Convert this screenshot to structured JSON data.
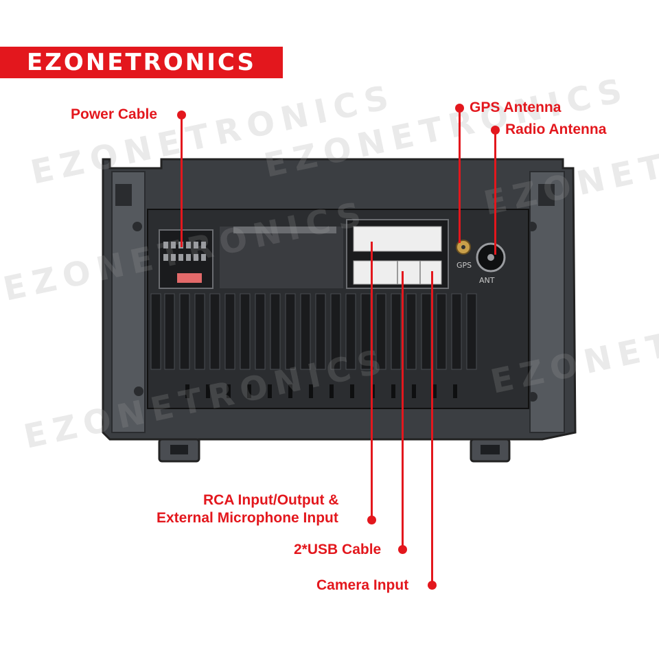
{
  "brand": {
    "name": "EZONETRONICS",
    "color": "#e3171d"
  },
  "labels": {
    "power_cable": "Power Cable",
    "gps_antenna": "GPS Antenna",
    "radio_antenna": "Radio Antenna",
    "rca_line1": "RCA Input/Output &",
    "rca_line2": "External Microphone Input",
    "usb_cable": "2*USB Cable",
    "camera_input": "Camera Input"
  },
  "unit_marks": {
    "gps_port": "GPS",
    "ant_port": "ANT"
  },
  "watermarks": [
    "EZONETRONICS",
    "EZONETRONICS",
    "EZONETRONICS",
    "EZONETRONICS",
    "EZONETRONICS",
    "EZONETRONICS"
  ]
}
